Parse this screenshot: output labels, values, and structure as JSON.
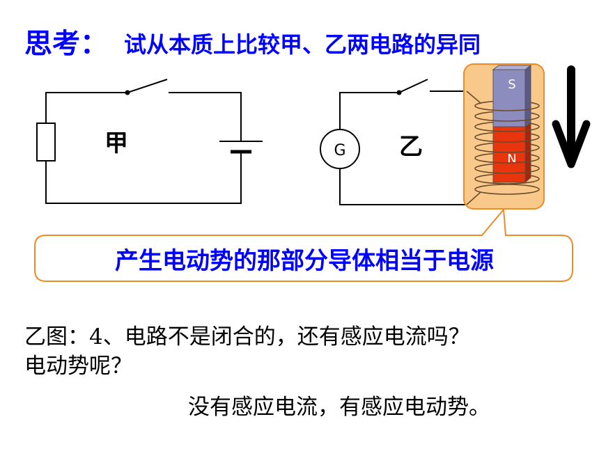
{
  "header": {
    "label": "思考：",
    "question": "试从本质上比较甲、乙两电路的异同"
  },
  "circuit_jia": {
    "label": "甲"
  },
  "circuit_yi": {
    "label": "乙",
    "galvanometer": "G"
  },
  "magnet": {
    "top_pole": "S",
    "bottom_pole": "N"
  },
  "callout": {
    "text": "产生电动势的那部分导体相当于电源"
  },
  "question_block": {
    "line1": "乙图：4、电路不是闭合的，还有感应电流吗？",
    "line2": "电动势呢？",
    "answer": "没有感应电流，有感应电动势。"
  },
  "colors": {
    "title_blue": "#0000ff",
    "highlight_fill": "#f9c98c",
    "highlight_border": "#f08a24",
    "magnet_s": "#8c8cbf",
    "magnet_n": "#e8350e",
    "coil": "#6b4a2a"
  }
}
